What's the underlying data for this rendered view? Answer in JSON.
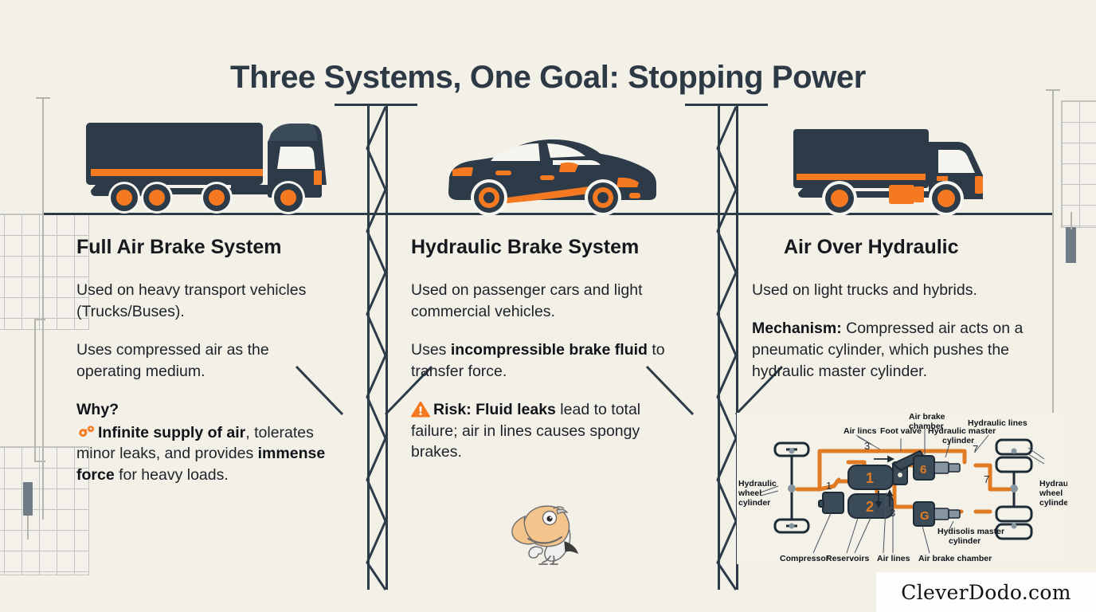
{
  "page": {
    "title": "Three Systems, One Goal: Stopping Power",
    "background_color": "#f3f0e8",
    "accent_color": "#f57920",
    "dark_color": "#2c3b47"
  },
  "columns": [
    {
      "id": "full-air-brake",
      "heading": "Full Air Brake System",
      "vehicle": "heavy-truck-illustration",
      "paragraphs": [
        {
          "plain": "Used on heavy transport vehicles (Trucks/Buses)."
        },
        {
          "plain": "Uses compressed air as the operating medium."
        }
      ],
      "why_label": "Why?",
      "why_icon": "gears-icon",
      "why_bold_1": "Infinite supply of air",
      "why_mid": ", tolerates minor leaks, and provides ",
      "why_bold_2": "immense force",
      "why_tail": " for heavy loads."
    },
    {
      "id": "hydraulic-brake",
      "heading": "Hydraulic Brake System",
      "vehicle": "passenger-car-illustration",
      "paragraphs": [
        {
          "plain": "Used on passenger cars and light commercial vehicles."
        }
      ],
      "fluid_lead": "Uses ",
      "fluid_bold": "incompressible brake fluid",
      "fluid_tail": " to transfer force.",
      "risk_icon": "warning-triangle-icon",
      "risk_bold": "Risk: Fluid leaks",
      "risk_tail": " lead to total failure; air in lines causes spongy brakes."
    },
    {
      "id": "air-over-hydraulic",
      "heading": "Air Over Hydraulic",
      "vehicle": "light-truck-illustration",
      "paragraphs": [
        {
          "plain": "Used on light trucks and hybrids."
        }
      ],
      "mech_bold": "Mechanism:",
      "mech_tail": " Compressed air acts on a pneumatic cylinder, which pushes the hydraulic master cylinder."
    }
  ],
  "schematic": {
    "name": "air-over-hydraulic-schematic",
    "labels": {
      "hydraulic_wheel_cylinder_left": "Hydraulic\nwheel\ncylinder",
      "hydraulic_wheel_cylinder_right": "Hydraulic\nwheel\ncylinder",
      "air_lines_top": "Air lincs",
      "foot_valve": "Foot valve",
      "air_brake_chamber_top": "Air brake\nchamber",
      "hydraulic_master_cylinder_top": "Hydraulic master\ncylinder",
      "hydraulic_lines": "Hydraulic lines",
      "hydisolis_master_cylinder": "Hydisolis master\ncylinder",
      "compressor": "Compressor",
      "reservoirs": "Reservoirs",
      "air_lines_bottom": "Air lines",
      "air_brake_chamber_bottom": "Air brake chamber"
    },
    "callout_numbers": [
      "1",
      "2",
      "3",
      "3",
      "7",
      "7",
      "6",
      "G"
    ]
  },
  "mascot": {
    "name": "dodo-bird-mascot"
  },
  "watermark": {
    "text": "CleverDodo.com"
  }
}
